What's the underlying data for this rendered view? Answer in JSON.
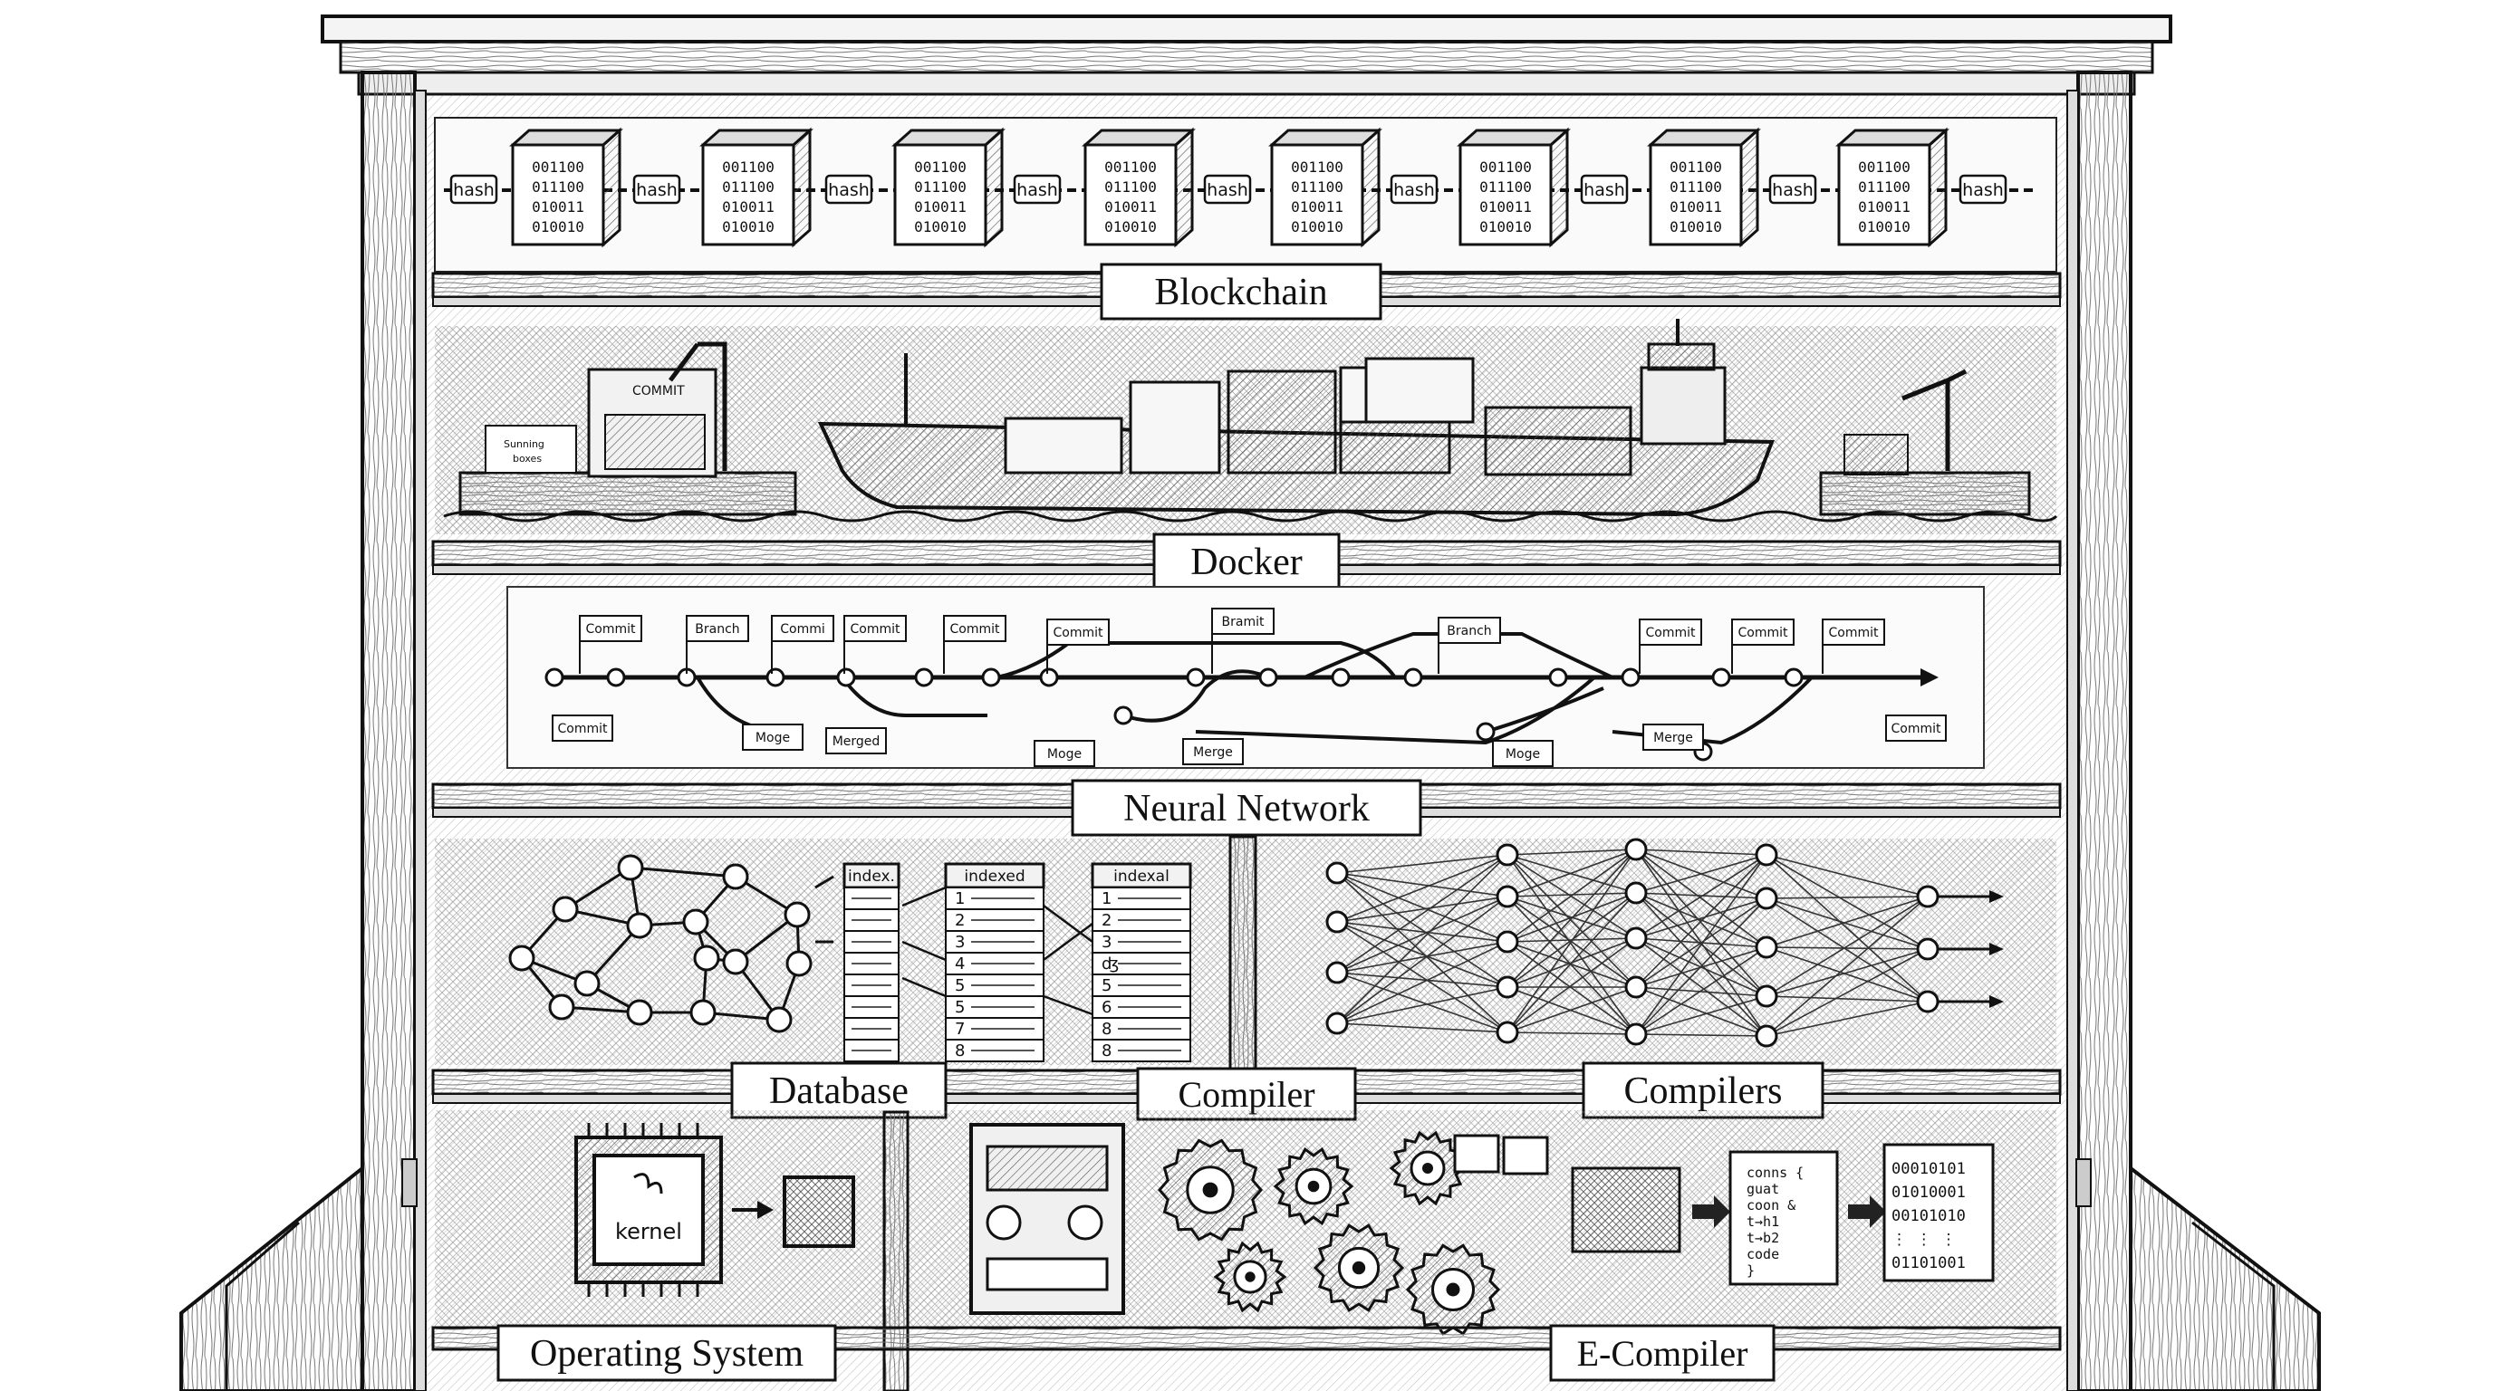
{
  "shelf_labels": {
    "blockchain": "Blockchain",
    "docker": "Docker",
    "neural_network": "Neural Network",
    "database": "Database",
    "compiler": "Compiler",
    "compilers": "Compilers",
    "operating_system": "Operating System",
    "e_compiler": "E-Compiler"
  },
  "blockchain": {
    "hash_label": "hash",
    "block_bits": [
      [
        "001100",
        "011100",
        "010011",
        "010010"
      ],
      [
        "001100",
        "011100",
        "010011",
        "010010"
      ],
      [
        "001100",
        "011100",
        "010011",
        "010010"
      ],
      [
        "001100",
        "011100",
        "010011",
        "010010"
      ],
      [
        "001100",
        "011100",
        "010011",
        "010010"
      ],
      [
        "001100",
        "011100",
        "010011",
        "010010"
      ],
      [
        "001100",
        "011100",
        "010011",
        "010010"
      ],
      [
        "001100",
        "011100",
        "010011",
        "010010"
      ]
    ]
  },
  "docker": {
    "crate_text": "COMMIT",
    "sign_text": [
      "Sunning",
      "boxes"
    ]
  },
  "git": {
    "flags_top": [
      "Commit",
      "Branch",
      "Commi",
      "Commit",
      "Commit",
      "Commit",
      "Bramit",
      "Branch",
      "Commit",
      "Commit",
      "Commit"
    ],
    "flags_bottom": [
      "Commit",
      "Moge",
      "Merged",
      "Moge",
      "Merge",
      "Moge",
      "Merge",
      "Commit"
    ]
  },
  "database": {
    "tables": [
      {
        "header": "index.",
        "rows": [
          "",
          "",
          "",
          "",
          "",
          "",
          "",
          ""
        ]
      },
      {
        "header": "indexed",
        "rows": [
          "1",
          "2",
          "3",
          "4",
          "5",
          "5",
          "7",
          "8"
        ]
      },
      {
        "header": "indexal",
        "rows": [
          "1",
          "2",
          "3",
          "ʤ",
          "5",
          "6",
          "8",
          "8"
        ]
      }
    ]
  },
  "os": {
    "chip_label": "kernel"
  },
  "compiler_code": {
    "source_lines": [
      "conns {",
      "guat",
      "coon &",
      "t→h1",
      "t→b2",
      "code",
      "}"
    ],
    "binary_lines": [
      "00010101",
      "01010001",
      "00101010",
      "⋮   ⋮   ⋮",
      "01101001"
    ]
  }
}
